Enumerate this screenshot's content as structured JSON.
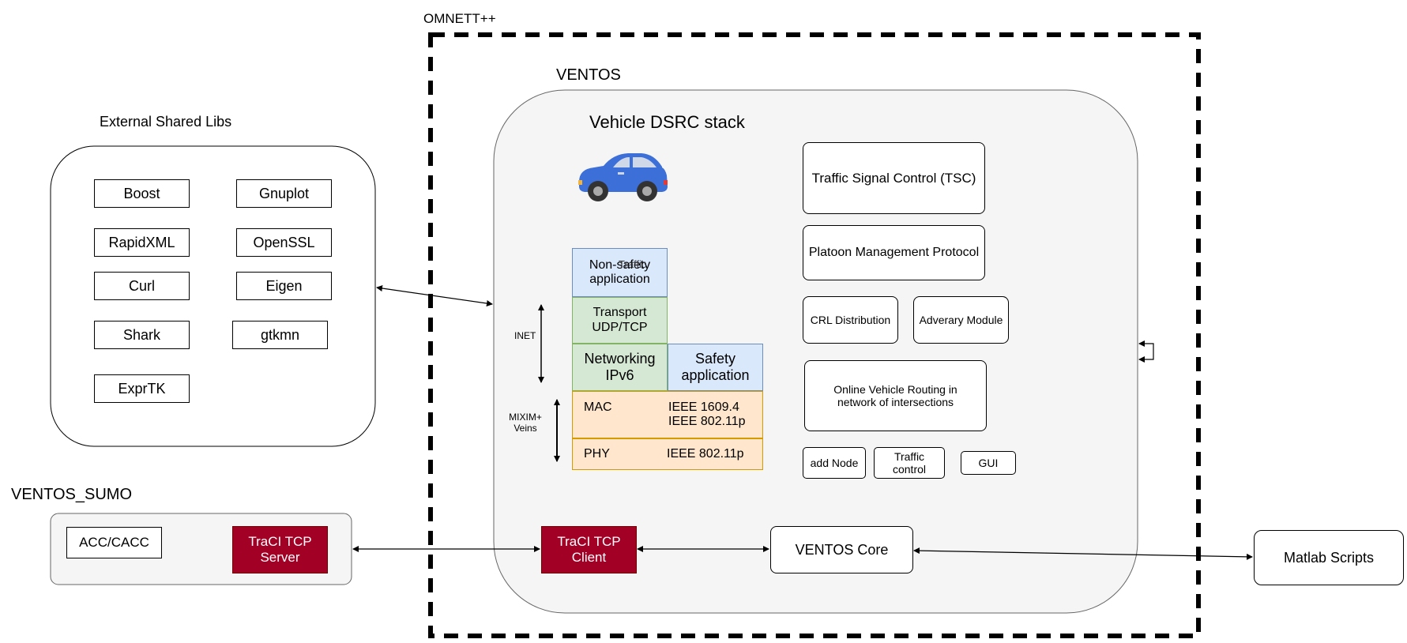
{
  "labels": {
    "omnett": "OMNETT++",
    "ventos": "VENTOS",
    "external_libs": "External Shared Libs",
    "ventos_sumo": "VENTOS_SUMO",
    "vehicle_stack": "Vehicle DSRC stack",
    "inet": "INET",
    "mixim_veins": "MIXIM+ Veins"
  },
  "libs": [
    "Boost",
    "Gnuplot",
    "RapidXML",
    "OpenSSL",
    "Curl",
    "Eigen",
    "Shark",
    "gtkmn",
    "ExprTK"
  ],
  "stack": {
    "non_safety": "Non-safety application",
    "non_safety_overlap": "Traffic",
    "transport": "Transport UDP/TCP",
    "networking": "Networking IPv6",
    "safety": "Safety application",
    "mac": "MAC",
    "mac_std": "IEEE 1609.4 IEEE 802.11p",
    "phy": "PHY",
    "phy_std": "IEEE 802.11p"
  },
  "modules": {
    "tsc": "Traffic Signal Control (TSC)",
    "platoon": "Platoon Management Protocol",
    "crl": "CRL Distribution",
    "adversary": "Adverary Module",
    "routing": "Online Vehicle Routing in network of intersections",
    "add_node": "add Node",
    "traffic_control": "Traffic control",
    "gui": "GUI"
  },
  "sumo": {
    "acc": "ACC/CACC",
    "traci_server": "TraCI TCP Server"
  },
  "core": {
    "traci_client": "TraCI TCP Client",
    "ventos_core": "VENTOS Core",
    "matlab": "Matlab Scripts"
  },
  "colors": {
    "red": "#a20025",
    "blue_fill": "#dae8fc",
    "green_fill": "#d5e8d4",
    "orange_fill": "#ffe6cc",
    "car_body": "#3c6fd8"
  }
}
